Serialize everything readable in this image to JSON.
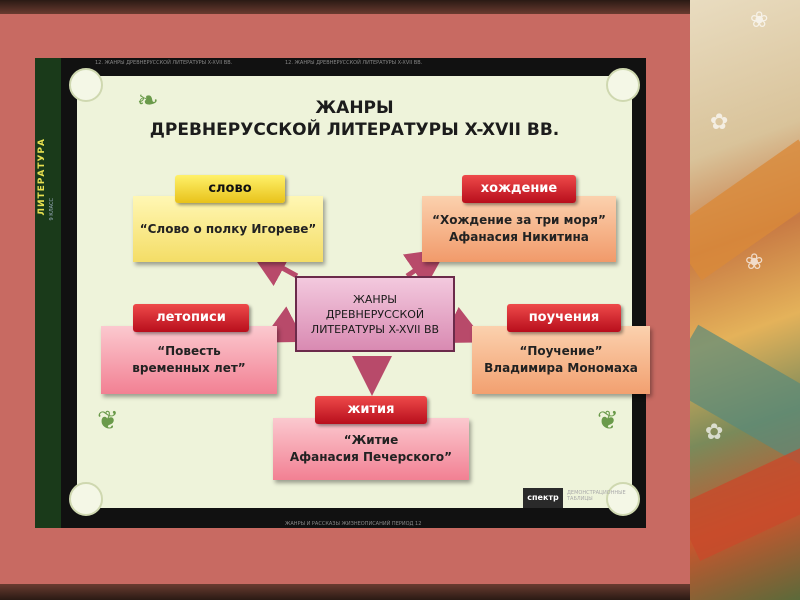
{
  "poster": {
    "side_text": "ЛИТЕРАТУРА",
    "side_sub": "9 КЛАСС",
    "tiny_top_left": "12. ЖАНРЫ ДРЕВНЕРУССКОЙ ЛИТЕРАТУРЫ X-XVII ВВ.",
    "tiny_top_right": "12. ЖАНРЫ ДРЕВНЕРУССКОЙ ЛИТЕРАТУРЫ X-XVII ВВ.",
    "tiny_bottom": "ЖАНРЫ И РАССКАЗЫ ЖИЗНЕОПИСАНИЙ ПЕРИОД 12",
    "title_line1": "ЖАНРЫ",
    "title_line2": "ДРЕВНЕРУССКОЙ ЛИТЕРАТУРЫ X-XVII ВВ.",
    "center": "ЖАНРЫ\nДРЕВНЕРУССКОЙ\nЛИТЕРАТУРЫ X-XVII ВВ",
    "genres": {
      "slovo": {
        "label": "слово",
        "work": "“Слово о полку Игореве”"
      },
      "khozhdenie": {
        "label": "хождение",
        "work": "“Хождение за три моря”\nАфанасия Никитина"
      },
      "letopisi": {
        "label": "летописи",
        "work": "“Повесть\nвременных лет”"
      },
      "poucheniya": {
        "label": "поучения",
        "work": "“Поучение”\nВладимира Мономаха"
      },
      "zhitiya": {
        "label": "жития",
        "work": "“Житие\nАфанасия Печерского”"
      }
    },
    "logo": "спектр",
    "logo_caption": "ДЕМОНСТРАЦИОННЫЕ ТАБЛИЦЫ"
  },
  "colors": {
    "slide_bg": "#c86a62",
    "label_yellow": "#f4d830",
    "label_red": "#d42030",
    "center_border": "#6b2a4a",
    "arrow": "#b84a6a"
  }
}
